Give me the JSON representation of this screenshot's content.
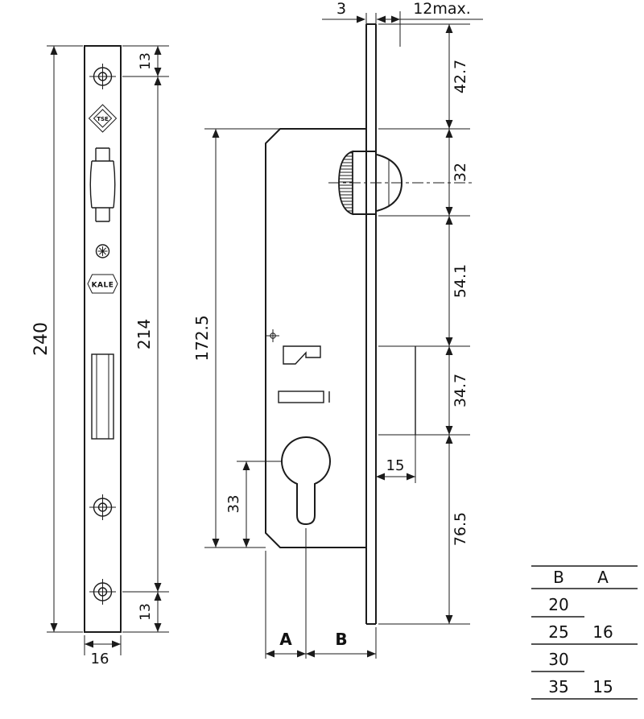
{
  "front_view": {
    "dim_total_length": "240",
    "dim_hole_spacing": "214",
    "dim_top_hole_offset": "13",
    "dim_bottom_hole_offset": "13",
    "dim_plate_width": "16",
    "cert_mark": "TSE",
    "brand_mark": "KALE"
  },
  "side_view": {
    "dim_case_length": "172.5",
    "dim_cylinder_to_bottom": "33",
    "dim_plate_thickness": "3",
    "dim_spindle_protrusion": "12max.",
    "dim_top_to_case": "42.7",
    "dim_follower_zone": "32",
    "dim_mid_zone": "54.1",
    "dim_cylinder_zone": "34.7",
    "dim_bottom_zone": "76.5",
    "dim_cylinder_offset": "15",
    "label_a": "A",
    "label_b": "B"
  },
  "size_table": {
    "header_b": "B",
    "header_a": "A",
    "b_values": [
      "20",
      "25",
      "30",
      "35"
    ],
    "a_value_top": "16",
    "a_value_bottom": "15"
  }
}
